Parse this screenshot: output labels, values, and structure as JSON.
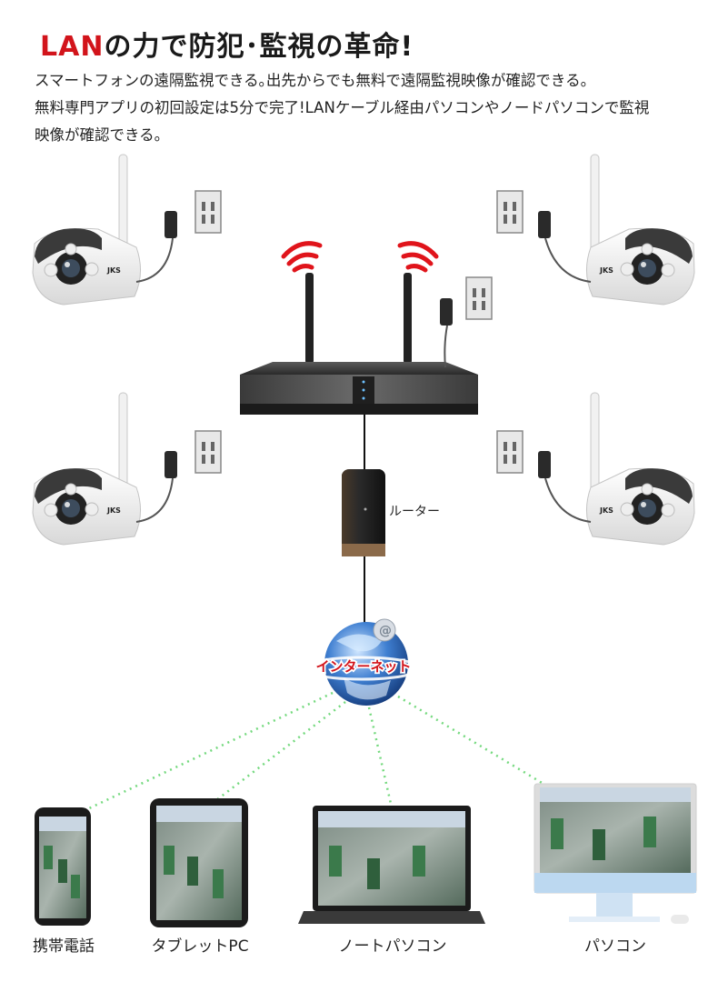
{
  "headline": {
    "highlight": "LAN",
    "rest": "の力で防犯･監視の革命!"
  },
  "description": {
    "line1": "スマートフォンの遠隔監視できる｡出先からでも無料で遠隔監視映像が確認できる。",
    "line2": "無料専門アプリの初回設定は5分で完了!LANケーブル経由パソコンやノードパソコンで監視",
    "line3": "映像が確認できる。"
  },
  "diagram": {
    "router_label": "ルーター",
    "internet_label": "インターネット",
    "devices": [
      {
        "label": "携帯電話"
      },
      {
        "label": "タブレットPC"
      },
      {
        "label": "ノートパソコン"
      },
      {
        "label": "パソコン"
      }
    ]
  },
  "colors": {
    "accent_red": "#d2141b",
    "wifi_red": "#e0141b",
    "dotted_line": "#74d97e"
  }
}
